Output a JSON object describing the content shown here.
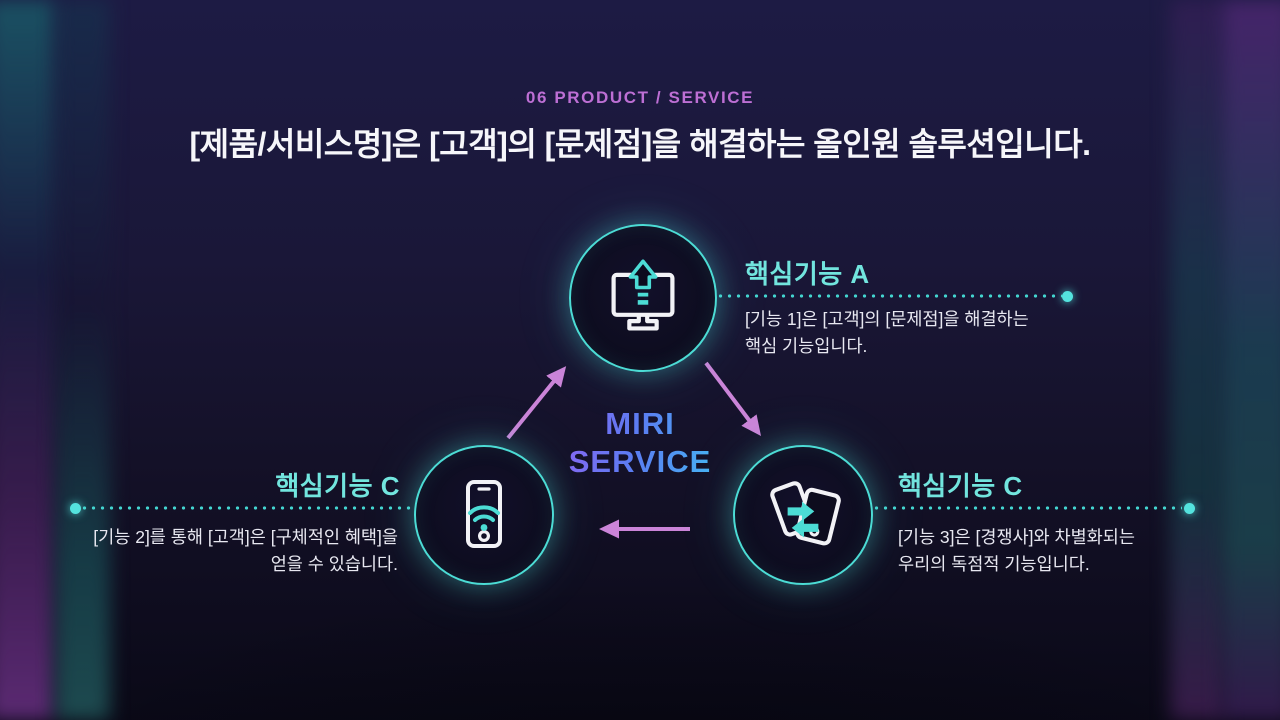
{
  "slide": {
    "eyebrow": "06 PRODUCT / SERVICE",
    "title": "[제품/서비스명]은 [고객]의 [문제점]을 해결하는 올인원 솔루션입니다."
  },
  "center_logo": {
    "line1": "MIRI",
    "line2": "SERVICE"
  },
  "features": [
    {
      "label": "핵심기능 A",
      "desc_line1": "[기능 1]은 [고객]의 [문제점]을 해결하는",
      "desc_line2": "핵심 기능입니다.",
      "icon": "monitor-upload-icon",
      "position": "top"
    },
    {
      "label": "핵심기능 C",
      "desc_line1": "[기능 2]를 통해 [고객]은 [구체적인 혜택]을",
      "desc_line2": "얻을 수 있습니다.",
      "icon": "smartphone-wifi-icon",
      "position": "bottom-left"
    },
    {
      "label": "핵심기능 C",
      "desc_line1": "[기능 3]은 [경쟁사]와 차별화되는",
      "desc_line2": "우리의 독점적 기능입니다.",
      "icon": "devices-sync-icon",
      "position": "bottom-right"
    }
  ],
  "colors": {
    "accent_cyan": "#4cdcd5",
    "label_cyan": "#72e5de",
    "eyebrow_purple": "#bd6fd4",
    "arrow_pink": "#cb84d8",
    "title_white": "#f6f6fa",
    "logo_gradient_start": "#9a5ef2",
    "logo_gradient_mid": "#5b7cf2",
    "logo_gradient_end": "#3ec9f4",
    "background_navy": "#1a1738"
  }
}
